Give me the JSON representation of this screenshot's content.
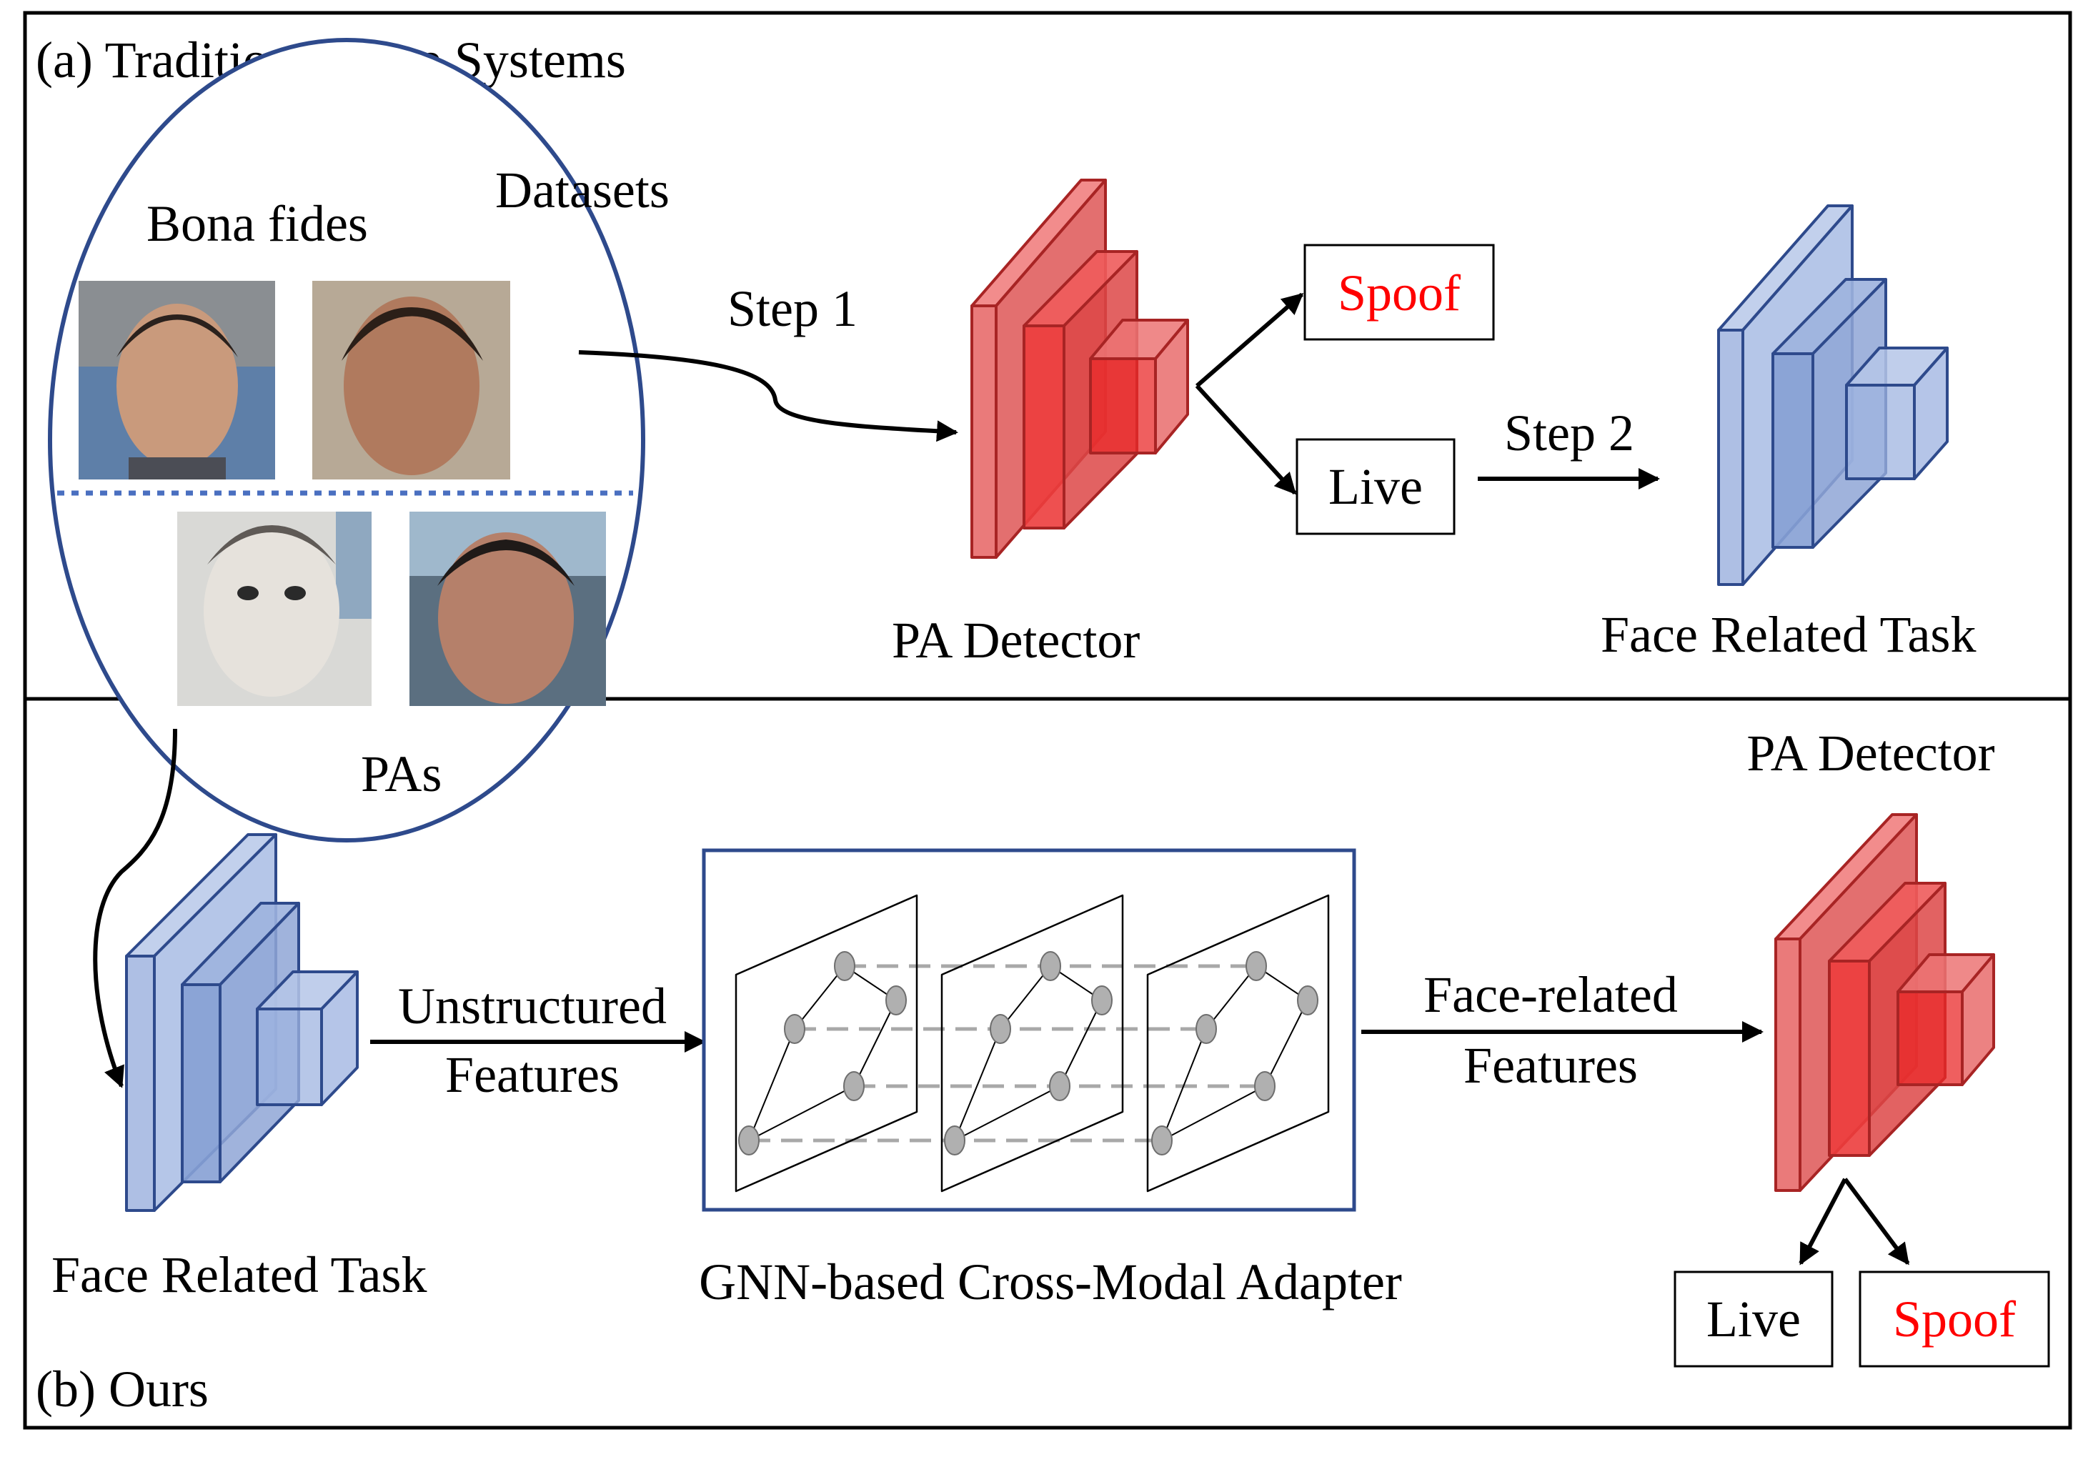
{
  "panel_a": {
    "title": "(a) Traditional Face Systems",
    "datasets_label": "Datasets",
    "bona_fides_label": "Bona fides",
    "pas_label": "PAs",
    "step1_label": "Step 1",
    "pa_detector_label": "PA Detector",
    "spoof_label": "Spoof",
    "live_label": "Live",
    "step2_label": "Step 2",
    "face_task_label": "Face Related Task"
  },
  "panel_b": {
    "title": "(b) Ours",
    "face_task_label": "Face Related Task",
    "unstructured_line1": "Unstructured",
    "unstructured_line2": "Features",
    "adapter_label": "GNN-based Cross-Modal Adapter",
    "face_related_line1": "Face-related",
    "face_related_line2": "Features",
    "pa_detector_label": "PA Detector",
    "live_label": "Live",
    "spoof_label": "Spoof"
  },
  "colors": {
    "red_detector": "#ee5a5a",
    "blue_task": "#8ea6d6",
    "ellipse_border": "#2e4a8c",
    "adapter_border": "#2e4a8c",
    "spoof_text": "#ff0000",
    "graph_node": "#b0b0b0"
  }
}
